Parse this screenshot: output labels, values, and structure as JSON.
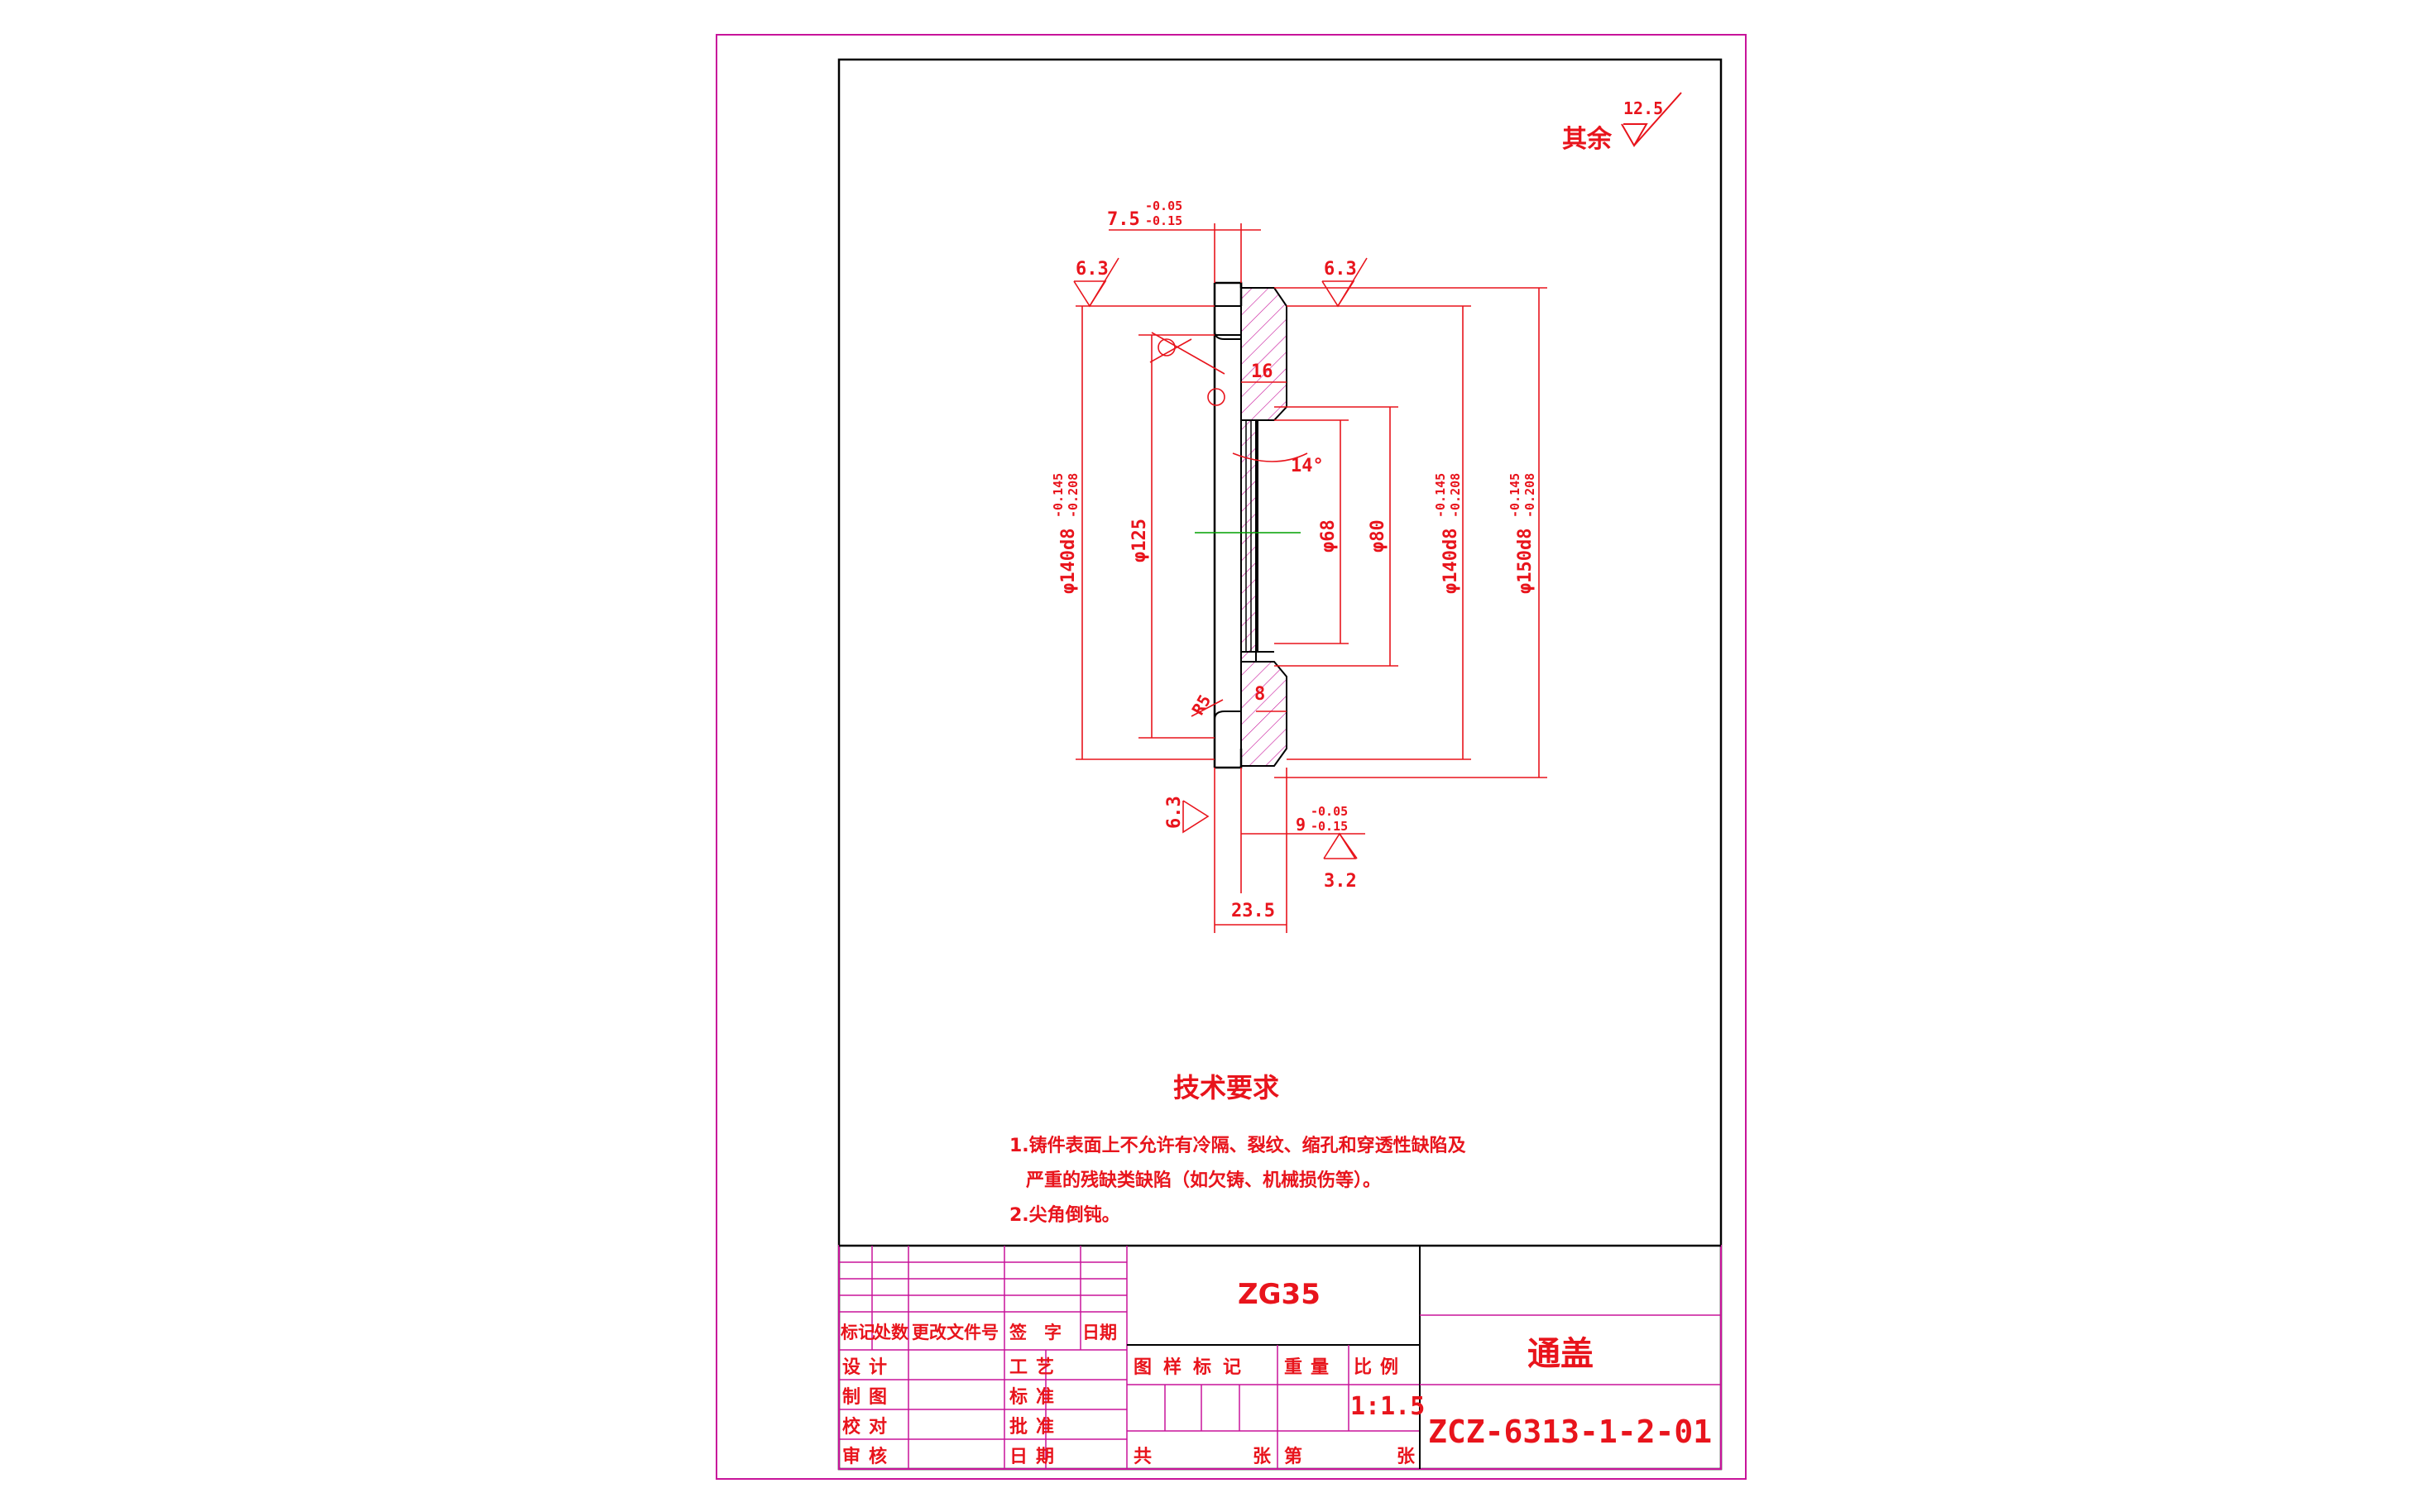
{
  "drawing": {
    "roughness_general": {
      "label": "其余",
      "value": "12.5"
    },
    "dimensions": {
      "thickness_top": {
        "nominal": "7.5",
        "upper": "-0.05",
        "lower": "-0.15"
      },
      "roughness_left": "6.3",
      "roughness_right": "6.3",
      "roughness_bottom_left": "6.3",
      "roughness_bottom": "3.2",
      "groove_width": "16",
      "groove_depth": "8",
      "angle": "14°",
      "radius": "R5",
      "dia_left_outer": {
        "nominal": "φ140d8",
        "upper": "-0.145",
        "lower": "-0.208"
      },
      "dia_125": "φ125",
      "dia_68": "φ68",
      "dia_80": "φ80",
      "dia_right_140": {
        "nominal": "φ140d8",
        "upper": "-0.145",
        "lower": "-0.208"
      },
      "dia_150": {
        "nominal": "φ150d8",
        "upper": "-0.145",
        "lower": "-0.208"
      },
      "flange_thickness": {
        "nominal": "9",
        "upper": "-0.05",
        "lower": "-0.15"
      },
      "total_length": "23.5"
    }
  },
  "tech_requirements": {
    "title": "技术要求",
    "line1": "1.铸件表面上不允许有冷隔、裂纹、缩孔和穿透性缺陷及",
    "line2": "严重的残缺类缺陷（如欠铸、机械损伤等）。",
    "line3": "2.尖角倒钝。"
  },
  "title_block": {
    "material": "ZG35",
    "part_name": "通盖",
    "drawing_number": "ZCZ-6313-1-2-01",
    "scale": "1:1.5",
    "revision_headers": [
      "标记",
      "处数",
      "更改文件号",
      "签　字",
      "日期"
    ],
    "row_labels": {
      "design": "设计",
      "drawing": "制图",
      "check": "校对",
      "review": "审核",
      "process": "工艺",
      "standard": "标准",
      "approve": "批准",
      "date": "日期"
    },
    "attr_headers": {
      "stage_mark": "图样标记",
      "weight": "重量",
      "scale": "比例"
    },
    "sheet_total": "共",
    "sheet_unit": "张",
    "sheet_no": "第",
    "sheet_unit2": "张"
  },
  "colors": {
    "line": "#e8141c",
    "frame": "#c8149a",
    "center": "#00a000",
    "outline": "#000000"
  }
}
